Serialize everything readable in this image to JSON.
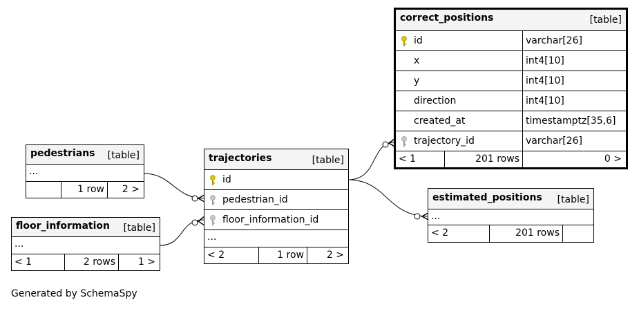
{
  "footer": "Generated by SchemaSpy",
  "tables": {
    "correct_positions": {
      "name": "correct_positions",
      "type": "[table]",
      "columns": [
        {
          "name": "id",
          "type": "varchar[26]"
        },
        {
          "name": "x",
          "type": "int4[10]"
        },
        {
          "name": "y",
          "type": "int4[10]"
        },
        {
          "name": "direction",
          "type": "int4[10]"
        },
        {
          "name": "created_at",
          "type": "timestamptz[35,6]"
        },
        {
          "name": "trajectory_id",
          "type": "varchar[26]"
        }
      ],
      "footer": {
        "parents": "< 1",
        "rows": "201 rows",
        "children": "0 >"
      }
    },
    "pedestrians": {
      "name": "pedestrians",
      "type": "[table]",
      "ellipsis": "...",
      "footer": {
        "parents": "",
        "rows": "1 row",
        "children": "2 >"
      }
    },
    "floor_information": {
      "name": "floor_information",
      "type": "[table]",
      "ellipsis": "...",
      "footer": {
        "parents": "< 1",
        "rows": "2 rows",
        "children": "1 >"
      }
    },
    "trajectories": {
      "name": "trajectories",
      "type": "[table]",
      "columns": [
        {
          "name": "id"
        },
        {
          "name": "pedestrian_id"
        },
        {
          "name": "floor_information_id"
        }
      ],
      "ellipsis": "...",
      "footer": {
        "parents": "< 2",
        "rows": "1 row",
        "children": "2 >"
      }
    },
    "estimated_positions": {
      "name": "estimated_positions",
      "type": "[table]",
      "ellipsis": "...",
      "footer": {
        "parents": "< 2",
        "rows": "201 rows",
        "children": ""
      }
    }
  },
  "colors": {
    "primary_key": "#d8c800",
    "foreign_key": "#b0b0b0",
    "header_bg": "#f4f4f4"
  }
}
